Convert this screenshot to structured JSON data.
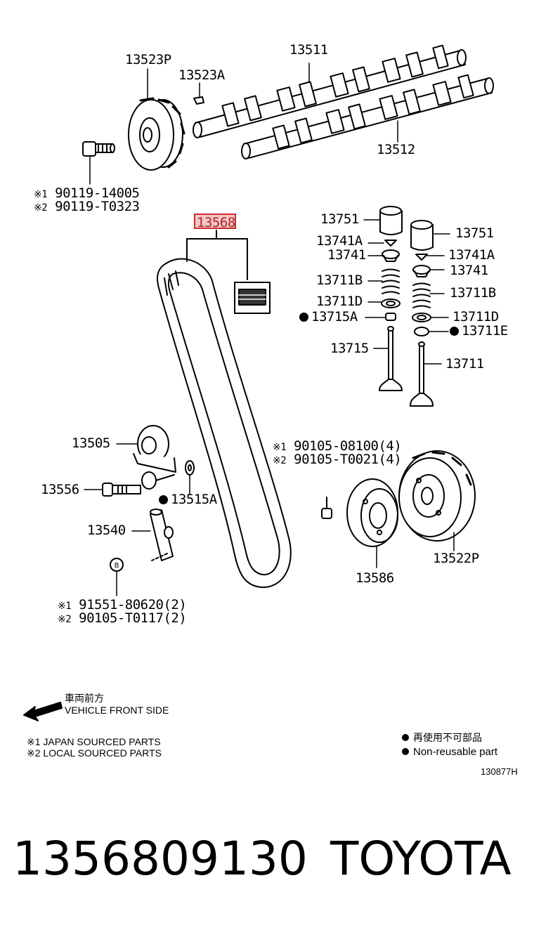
{
  "labels": {
    "p13523P": "13523P",
    "p13523A": "13523A",
    "p13511": "13511",
    "p13512": "13512",
    "bolt_a1": "90119-14005",
    "bolt_a2": "90119-T0323",
    "p13568": "13568",
    "p13751_l": "13751",
    "p13751_r": "13751",
    "p13741A_l": "13741A",
    "p13741A_r": "13741A",
    "p13741_l": "13741",
    "p13741_r": "13741",
    "p13711B_l": "13711B",
    "p13711B_r": "13711B",
    "p13711D_l": "13711D",
    "p13711D_r": "13711D",
    "p13715A": "13715A",
    "p13711E": "13711E",
    "p13715": "13715",
    "p13711": "13711",
    "p13505": "13505",
    "p13556": "13556",
    "p13515A": "13515A",
    "p13540": "13540",
    "bolt_b1": "90105-08100(4)",
    "bolt_b2": "90105-T0021(4)",
    "p13586": "13586",
    "p13522P": "13522P",
    "bolt_c1": "91551-80620(2)",
    "bolt_c2": "90105-T0117(2)"
  },
  "marks": {
    "note1": "※1",
    "note2": "※2"
  },
  "legend": {
    "front_jp": "車両前方",
    "front_en": "VEHICLE FRONT SIDE",
    "japan_sourced": "※1 JAPAN SOURCED PARTS",
    "local_sourced": "※2 LOCAL SOURCED PARTS",
    "nonreusable_jp": "再使用不可部品",
    "nonreusable_en": "Non-reusable part",
    "diagram_code": "130877H"
  },
  "footer": {
    "part_number": "1356809130",
    "brand": "TOYOTA"
  }
}
